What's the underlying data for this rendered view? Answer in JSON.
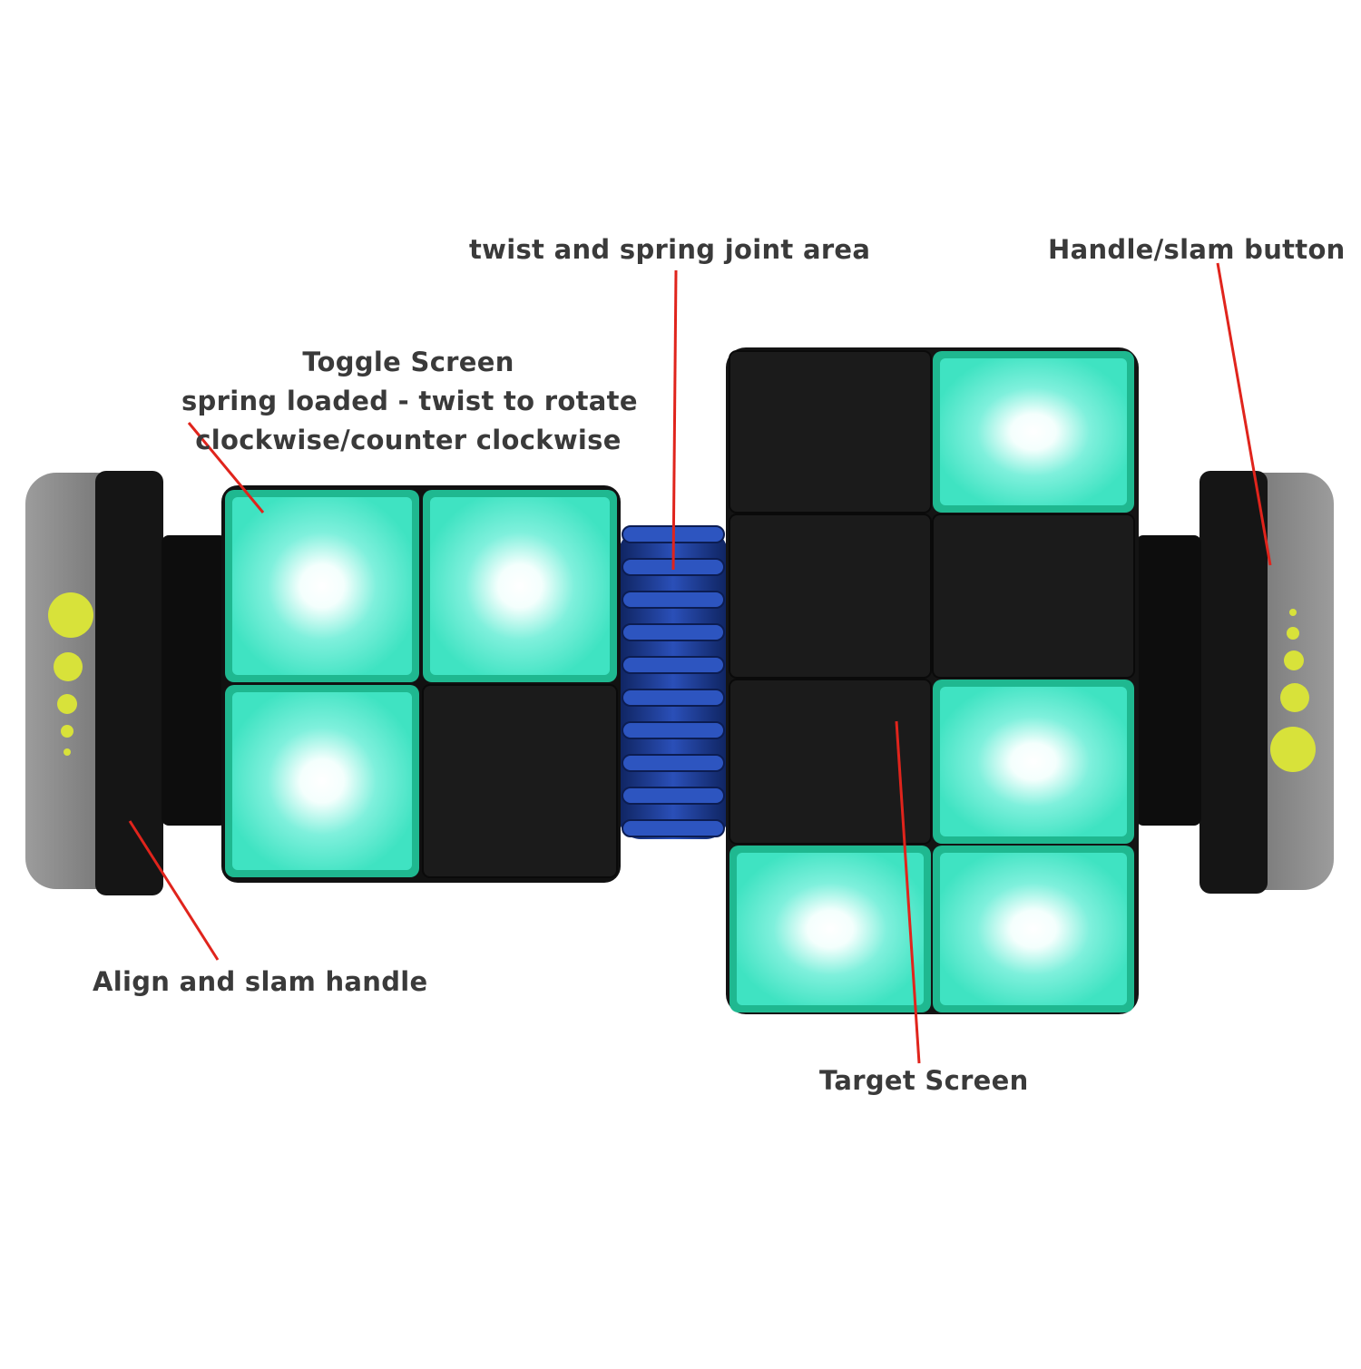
{
  "labels": {
    "joint": "twist and spring joint area",
    "handle_button": "Handle/slam button",
    "toggle_title": "Toggle Screen",
    "toggle_line2": "spring loaded - twist to rotate",
    "toggle_line3": "clockwise/counter clockwise",
    "align_handle": "Align and slam handle",
    "target": "Target Screen"
  },
  "colors": {
    "tile_lit": "#3fe3c2",
    "tile_edge": "#1fb890",
    "tile_dark": "#1b1b1b",
    "spring": "#1f3f9a",
    "handle_grey": "#8a8a8a",
    "dots": "#d8e23a",
    "leader": "#e0241c"
  },
  "toggle_screen": {
    "cells": [
      true,
      true,
      true,
      false
    ]
  },
  "target_screen": {
    "cells": [
      false,
      true,
      false,
      false,
      false,
      true,
      true,
      true
    ]
  }
}
